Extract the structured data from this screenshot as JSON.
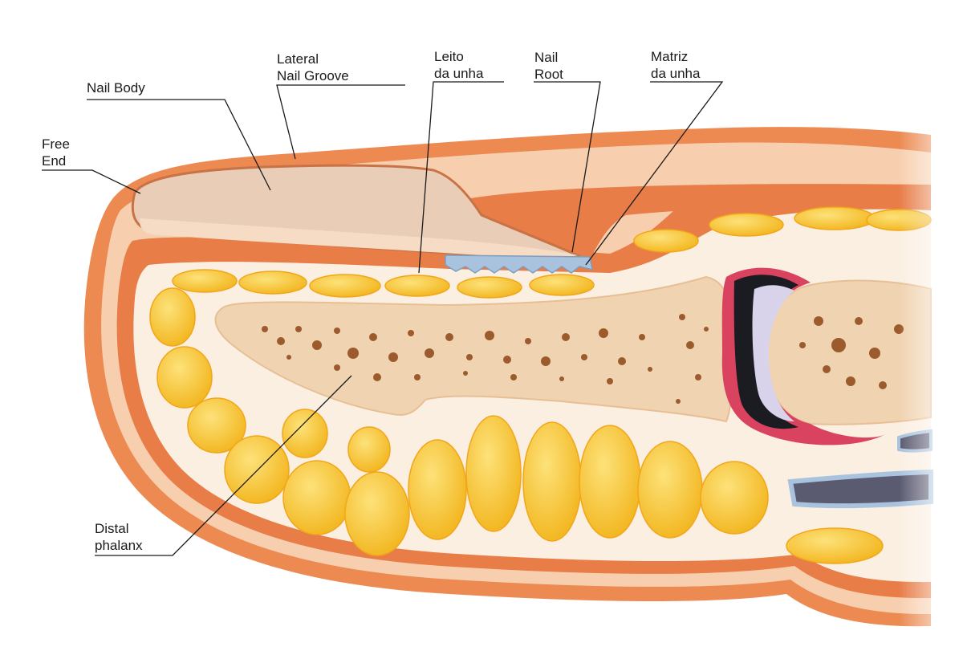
{
  "labels": {
    "lateral_nail_groove": [
      "Lateral",
      "Nail Groove"
    ],
    "leito_da_unha": [
      "Leito",
      "da unha"
    ],
    "nail_root": [
      "Nail",
      "Root"
    ],
    "matriz_da_unha": [
      "Matriz",
      "da unha"
    ],
    "nail_body": [
      "Nail Body"
    ],
    "free_end": [
      "Free",
      "End"
    ],
    "distal_phalanx": [
      "Distal",
      "phalanx"
    ]
  },
  "colors": {
    "skin_outer": "#ec8a52",
    "skin_light": "#f8cfae",
    "dermis": "#e87d48",
    "fat": "#f6c331",
    "fat_highlight": "#fde27a",
    "septa": "#fbefe2",
    "bone": "#f0d3b0",
    "bone_pore": "#9c5b2c",
    "nail_plate": "#e9cdb6",
    "matrix_blue": "#a9c3de",
    "joint_red": "#d9435f",
    "cartilage": "#d8d2ea",
    "joint_dark": "#1b1b22",
    "leader": "#1a1a1a"
  }
}
